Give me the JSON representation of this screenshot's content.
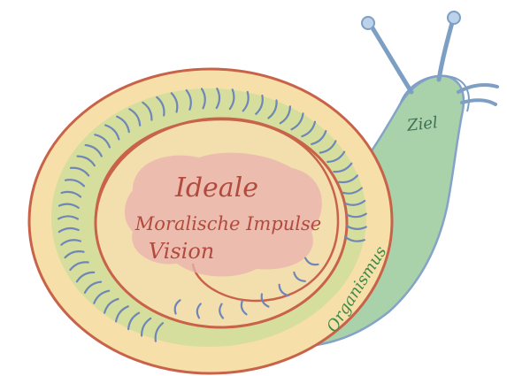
{
  "labels": {
    "center": [
      "Ideale",
      "Moralische Impulse",
      "Vision"
    ],
    "head": "Ziel",
    "body": "Organismus"
  },
  "colors": {
    "shell_outline": "#c8634a",
    "shell_fill": "#f6dfa8",
    "shell_band": "#c9dd9a",
    "center_cloud": "#eab2ae",
    "bristles": "#6f86b8",
    "body_fill": "#a5cfa6",
    "body_outline": "#7e9fc4",
    "text_red": "#b24a3e",
    "text_green": "#3f8a4a"
  }
}
